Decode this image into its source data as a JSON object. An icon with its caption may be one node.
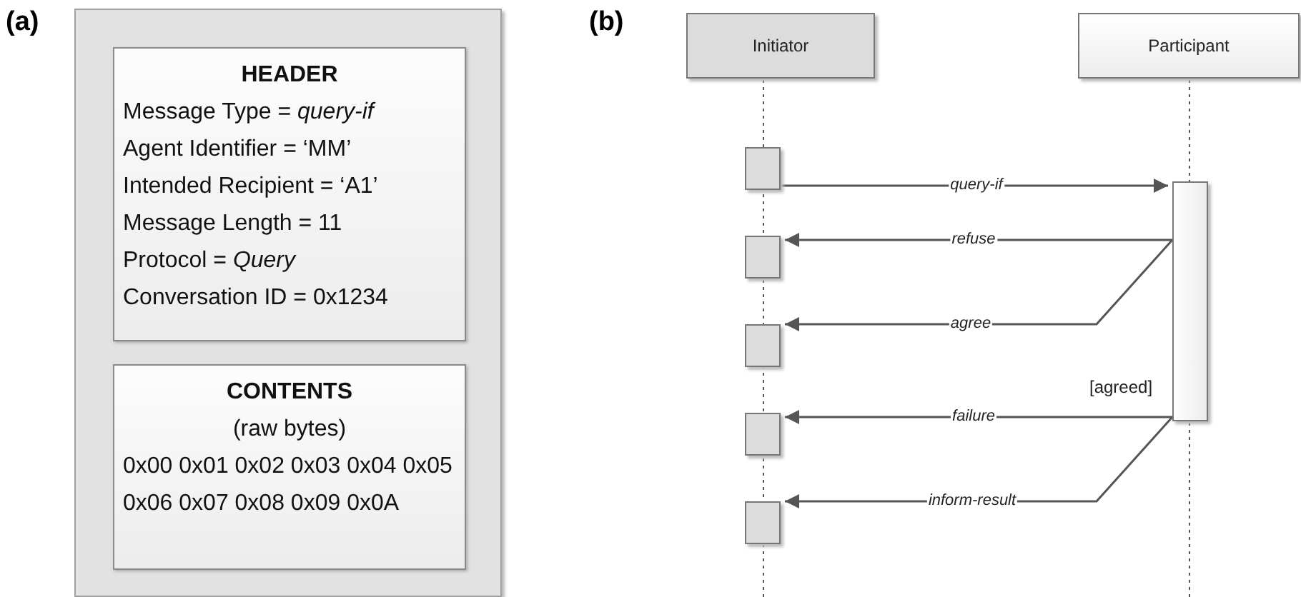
{
  "diagram": {
    "nodes": [
      {
        "text": [],
        "shape": "box"
      },
      {
        "text": [
          "HEADER",
          "Message Type = *query-if*",
          "Agent Identifier = ‘MM’",
          "Intended Recipient = ‘A1’",
          "Message Length = 11",
          "Protocol = *Query*",
          "Conversation ID = 0x1234"
        ],
        "in": 0
      },
      {
        "text": [
          "CONTENTS",
          "(raw bytes)",
          "0x00 0x01 0x02 0x03 0x04 0x05 0x06 0x07 0x08 0x09 0x0A"
        ],
        "in": 0
      },
      {
        "text": [
          "Initiator"
        ]
      },
      {
        "text": [
          "Participant"
        ]
      },
      {
        "text": [],
        "shape": "box"
      },
      {
        "text": [],
        "shape": "box"
      },
      {
        "text": [],
        "shape": "box"
      },
      {
        "text": [],
        "shape": "box"
      },
      {
        "text": [],
        "shape": "box"
      },
      {
        "text": [],
        "shape": "bar"
      }
    ],
    "edges": [
      {
        "from": 5,
        "to": 10,
        "arrow": "to",
        "label": "query-if"
      },
      {
        "from": 10,
        "to": 6,
        "arrow": "to",
        "label": "refuse"
      },
      {
        "from": 10,
        "to": 7,
        "arrow": "to",
        "label": "agree"
      },
      {
        "from": 10,
        "to": 8,
        "arrow": "to",
        "label": "failure"
      },
      {
        "from": 10,
        "to": 9,
        "arrow": "to",
        "label": "inform-result"
      }
    ],
    "labels": [
      "(a)",
      "(b)",
      "[agreed]"
    ]
  }
}
